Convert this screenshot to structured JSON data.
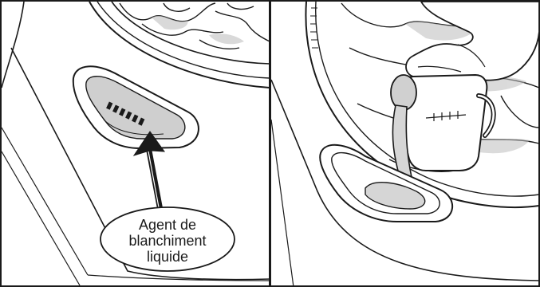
{
  "callout": {
    "line1": "Agent de",
    "line2": "blanchiment",
    "line3": "liquide"
  }
}
